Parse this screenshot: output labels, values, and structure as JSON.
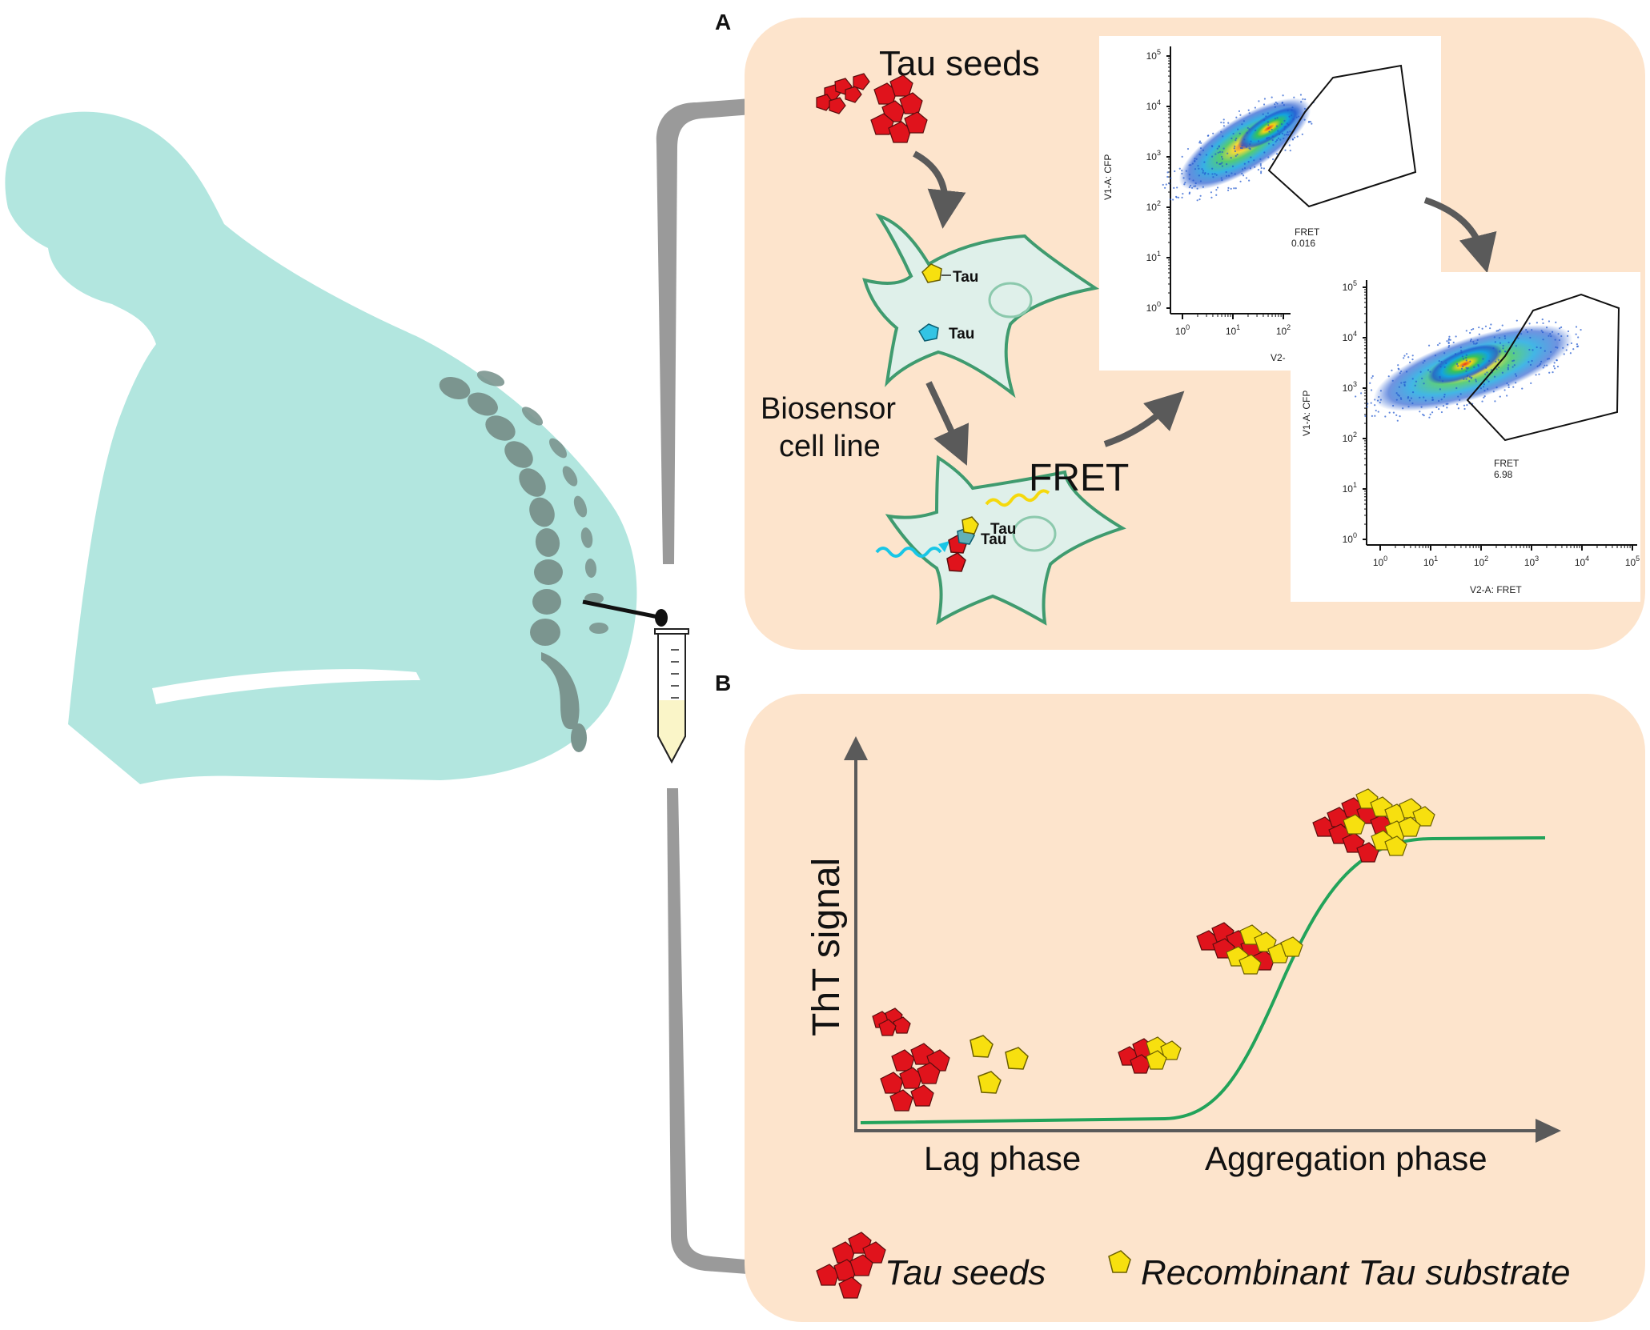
{
  "panel_a": {
    "letter": "A",
    "tau_seeds_title": "Tau seeds",
    "biosensor_line1": "Biosensor",
    "biosensor_line2": "cell line",
    "cell_tau_1": "Tau",
    "cell_tau_2": "Tau",
    "cell2_tau_1": "Tau",
    "cell2_tau_2": "Tau",
    "fret_label": "FRET",
    "flow_plot_1": {
      "y_axis_label": "V1-A: CFP",
      "x_axis_label": "V2-",
      "gate_label": "FRET",
      "gate_value": "0.016",
      "y_ticks": [
        "10",
        "10",
        "10",
        "10",
        "10",
        "10"
      ],
      "y_tick_exps": [
        "0",
        "1",
        "2",
        "3",
        "4",
        "5"
      ],
      "x_ticks": [
        "10",
        "10",
        "10"
      ],
      "x_tick_exps": [
        "0",
        "1",
        "2"
      ]
    },
    "flow_plot_2": {
      "y_axis_label": "V1-A: CFP",
      "x_axis_label": "V2-A: FRET",
      "gate_label": "FRET",
      "gate_value": "6.98",
      "y_ticks": [
        "10",
        "10",
        "10",
        "10",
        "10",
        "10"
      ],
      "y_tick_exps": [
        "0",
        "1",
        "2",
        "3",
        "4",
        "5"
      ],
      "x_ticks": [
        "10",
        "10",
        "10",
        "10",
        "10",
        "10"
      ],
      "x_tick_exps": [
        "0",
        "1",
        "2",
        "3",
        "4",
        "5"
      ]
    }
  },
  "panel_b": {
    "letter": "B",
    "y_axis_label": "ThT signal",
    "x_label_lag": "Lag phase",
    "x_label_agg": "Aggregation phase",
    "legend_seeds": "Tau seeds",
    "legend_substrate": "Recombinant Tau substrate"
  },
  "colors": {
    "panel_bg": "#fde4cc",
    "patient": "#b2e6df",
    "spine": "#7b958f",
    "seed_red": "#e0131c",
    "substrate_yellow": "#f7e00f",
    "cell_fill": "#dff0ea",
    "cell_stroke": "#3f9b6f",
    "curve_green": "#22a35a",
    "arrow_grey": "#9a9a9a",
    "arrow_dark": "#5a5a5a"
  }
}
